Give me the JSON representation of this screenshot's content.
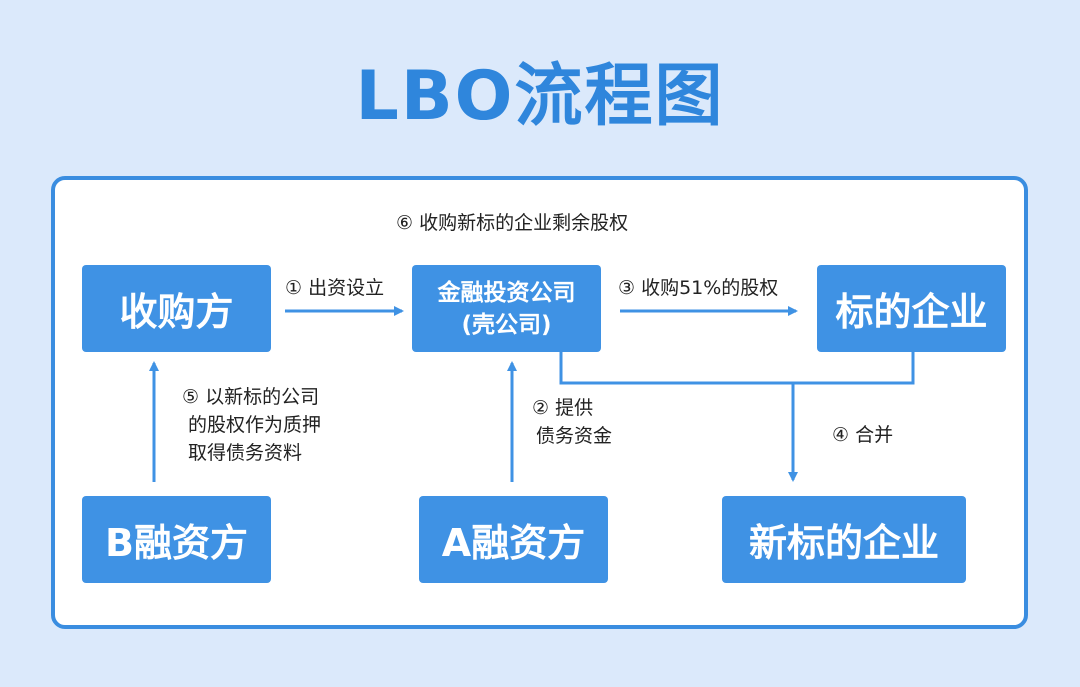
{
  "title": "LBO流程图",
  "nodes": {
    "acquirer": "收购方",
    "spv_line1": "金融投资公司",
    "spv_line2": "(壳公司)",
    "target": "标的企业",
    "lender_b": "B融资方",
    "lender_a": "A融资方",
    "new_target": "新标的企业"
  },
  "steps": {
    "step1": "① 出资设立",
    "step2_line1": "② 提供",
    "step2_line2": "债务资金",
    "step3": "③ 收购51%的股权",
    "step4": "④ 合并",
    "step5_line1": "⑤ 以新标的公司",
    "step5_line2": "的股权作为质押",
    "step5_line3": "取得债务资料",
    "step6": "⑥ 收购新标的企业剩余股权"
  },
  "colors": {
    "background": "#dbe9fb",
    "accent": "#3f92e4",
    "title": "#2f86dc",
    "panel_border": "#3a8de0"
  }
}
